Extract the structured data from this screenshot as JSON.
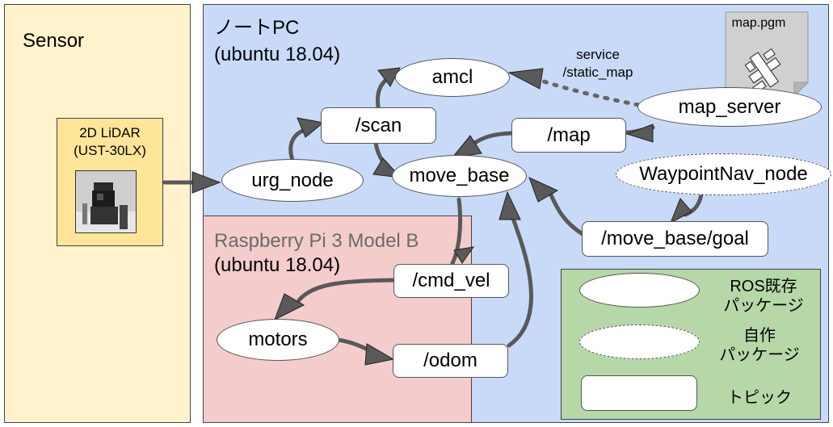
{
  "regions": {
    "sensor": {
      "title": "Sensor",
      "color": "#fff2cc"
    },
    "pc": {
      "title": "ノートPC",
      "subtitle": "(ubuntu 18.04)",
      "color": "#c9daf8"
    },
    "raspi": {
      "title": "Raspberry Pi 3 Model B",
      "subtitle": "(ubuntu 18.04)",
      "color": "#f4cccc"
    },
    "legend": {
      "color": "#b6d7a8"
    }
  },
  "lidar": {
    "label_line1": "2D LiDAR",
    "label_line2": "(UST-30LX)",
    "color": "#ffe599"
  },
  "map_file": {
    "label": "map.pgm"
  },
  "nodes": {
    "amcl": "amcl",
    "scan": "/scan",
    "urg_node": "urg_node",
    "move_base": "move_base",
    "map": "/map",
    "map_server": "map_server",
    "waypoint_nav_node": "WaypointNav_node",
    "move_base_goal": "/move_base/goal",
    "cmd_vel": "/cmd_vel",
    "motors": "motors",
    "odom": "/odom"
  },
  "service_label": {
    "line1": "service",
    "line2": "/static_map"
  },
  "legend": {
    "existing_line1": "ROS既存",
    "existing_line2": "パッケージ",
    "custom_line1": "自作",
    "custom_line2": "パッケージ",
    "topic": "トピック"
  },
  "colors": {
    "edge": "#595959",
    "dotted": "#666666"
  }
}
